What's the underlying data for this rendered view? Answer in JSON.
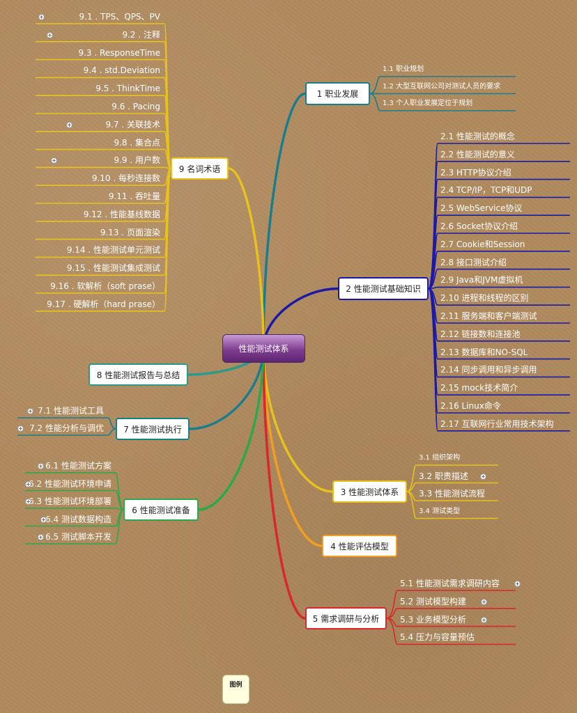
{
  "central": "性能测试体系",
  "legend": "图例",
  "branches": {
    "b1": {
      "label": "1 职业发展",
      "color": "#1a7d8c",
      "items": [
        "1.1  职业规划",
        "1.2  大型互联网公司对测试人员的要求",
        "1.3  个人职业发展定位于规划"
      ]
    },
    "b2": {
      "label": "2 性能测试基础知识",
      "color": "#1a1aa6",
      "items": [
        "2.1  性能测试的概念",
        "2.2  性能测试的意义",
        "2.3  HTTP协议介绍",
        "2.4  TCP/IP，TCP和UDP",
        "2.5  WebService协议",
        "2.6  Socket协议介绍",
        "2.7  Cookie和Session",
        "2.8  接口测试介绍",
        "2.9  Java和JVM虚拟机",
        "2.10  进程和线程的区别",
        "2.11  服务端和客户端测试",
        "2.12  链接数和连接池",
        "2.13  数据库和NO-SQL",
        "2.14  同步调用和异步调用",
        "2.15  mock技术简介",
        "2.16  Linux命令",
        "2.17  互联网行业常用技术架构"
      ]
    },
    "b3": {
      "label": "3 性能测试体系",
      "color": "#e8c21c",
      "items": [
        "3.1  组织架构",
        "3.2  职责描述",
        "3.3  性能测试流程",
        "3.4  测试类型"
      ]
    },
    "b4": {
      "label": "4 性能评估模型",
      "color": "#f0a020",
      "items": []
    },
    "b5": {
      "label": "5 需求调研与分析",
      "color": "#d8282a",
      "items": [
        "5.1  性能测试需求调研内容",
        "5.2  测试模型构建",
        "5.3  业务模型分析",
        "5.4  压力与容量预估"
      ]
    },
    "b6": {
      "label": "6 性能测试准备",
      "color": "#2aa84a",
      "items": [
        "6.1  性能测试方案",
        "6.2  性能测试环境申请",
        "6.3  性能测试环境部署",
        "6.4  测试数据构造",
        "6.5  测试脚本开发"
      ]
    },
    "b7": {
      "label": "7 性能测试执行",
      "color": "#1a7d8c",
      "items": [
        "7.1  性能测试工具",
        "7.2  性能分析与调优"
      ]
    },
    "b8": {
      "label": "8 性能测试报告与总结",
      "color": "#2a9a8a",
      "items": []
    },
    "b9": {
      "label": "9 名词术语",
      "color": "#e8c21c",
      "items": [
        "9.1 . TPS、QPS、PV",
        "9.2 . 注释",
        "9.3 . ResponseTime",
        "9.4 . std.Deviation",
        "9.5 . ThinkTime",
        "9.6 . Pacing",
        "9.7 . 关联技术",
        "9.8 . 集合点",
        "9.9 . 用户数",
        "9.10 . 每秒连接数",
        "9.11 . 吞吐量",
        "9.12 . 性能基线数据",
        "9.13 . 页面渲染",
        "9.14 . 性能测试单元测试",
        "9.15 . 性能测试集成测试",
        "9.16 . 软解析（soft prase）",
        "9.17 . 硬解析（hard prase）"
      ]
    }
  }
}
